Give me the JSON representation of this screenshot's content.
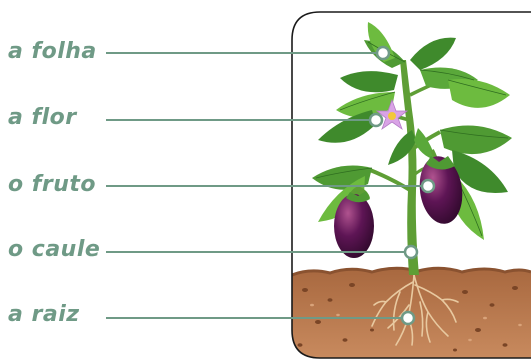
{
  "labels": {
    "leaf": "a folha",
    "flower": "a flor",
    "fruit": "o fruto",
    "stem": "o caule",
    "root": "a raiz"
  },
  "colors": {
    "label_text": "#6f9a86",
    "leader_line": "#6f9a86",
    "frame": "#1a1a1a",
    "leaf_dark": "#3f8a2c",
    "leaf_light": "#6dbb3f",
    "stem": "#5e9e35",
    "flower": "#d9a3e6",
    "fruit": "#4b1046",
    "soil": "#b0724a",
    "soil_dark": "#8a5230"
  }
}
